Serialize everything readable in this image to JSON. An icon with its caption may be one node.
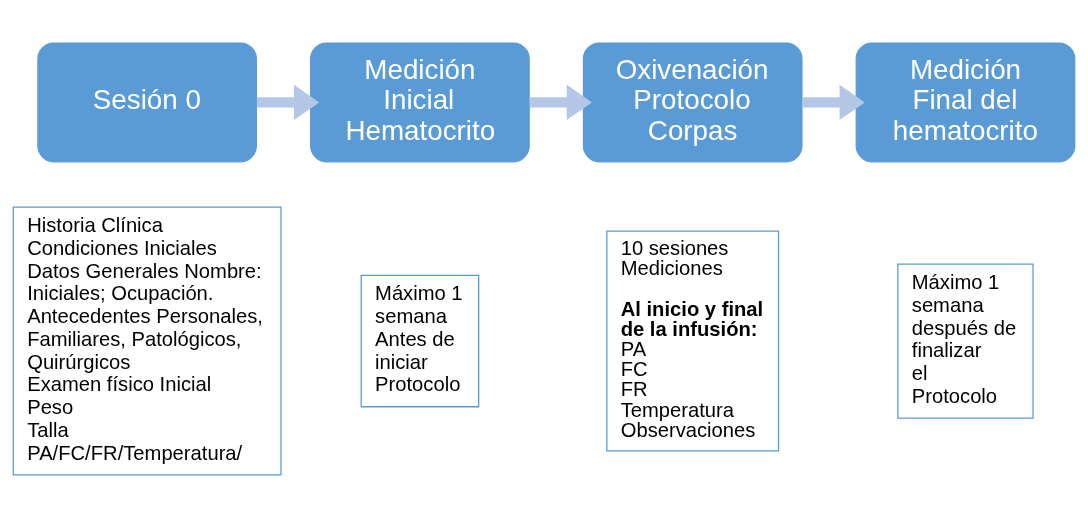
{
  "diagram": {
    "nodes": [
      {
        "text": [
          "Sesión 0"
        ]
      },
      {
        "text": [
          "Medición Inicial Hematocrito"
        ]
      },
      {
        "text": [
          "Oxivenación Protocolo Corpas"
        ]
      },
      {
        "text": [
          "Medición Final del hematocrito"
        ]
      },
      {
        "text": [
          "Historia Clínica",
          "Condiciones Iniciales",
          "Datos Generales Nombre: Iniciales; Ocupación.",
          "Antecedentes Personales, Familiares, Patológicos, Quirúrgicos",
          "Examen físico Inicial",
          "Peso",
          "Talla",
          "PA/FC/FR/Temperatura/"
        ]
      },
      {
        "text": [
          "Máximo 1 semana",
          "Antes de iniciar Protocolo"
        ]
      },
      {
        "text": [
          "10 sesiones",
          "Mediciones",
          "Al inicio y final de la infusión:",
          "PA",
          "FC",
          "FR",
          "Temperatura",
          "Observaciones"
        ]
      },
      {
        "text": [
          "Máximo 1 semana después de finalizar el Protocolo"
        ]
      }
    ],
    "edges": [
      {
        "from": 0,
        "to": 1,
        "arrow": "to"
      },
      {
        "from": 1,
        "to": 2,
        "arrow": "to"
      },
      {
        "from": 2,
        "to": 3,
        "arrow": "to"
      }
    ]
  }
}
